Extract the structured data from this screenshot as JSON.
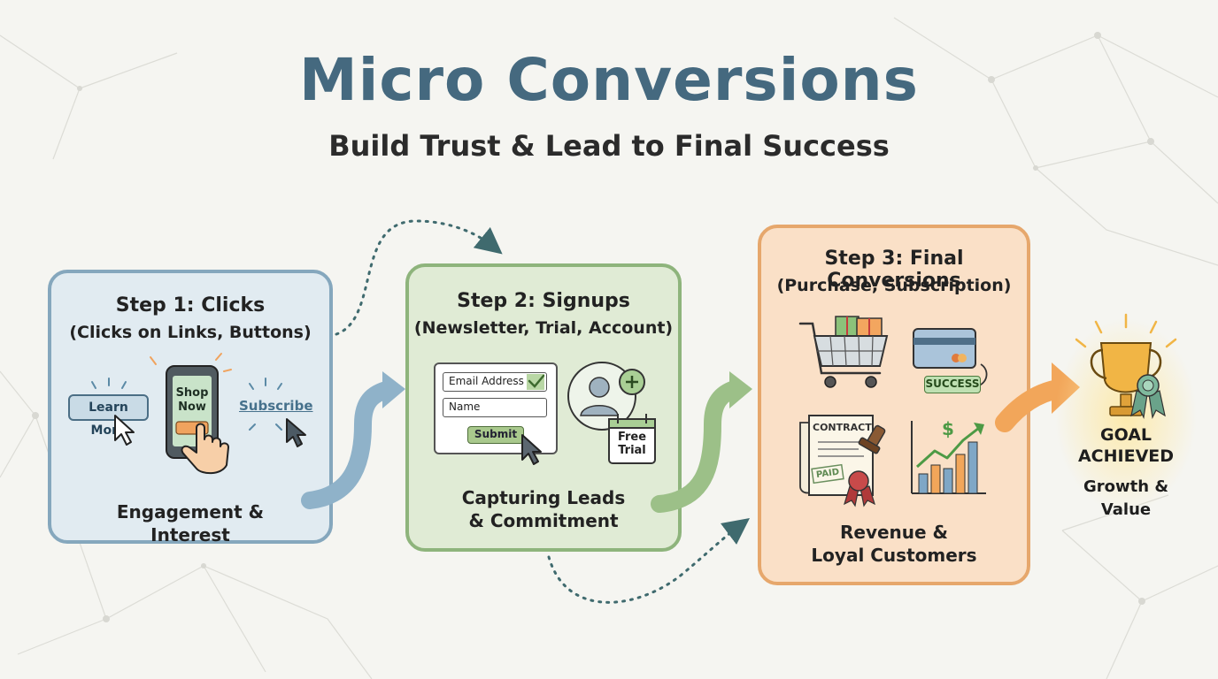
{
  "header": {
    "title": "Micro Conversions",
    "subtitle": "Build Trust & Lead to Final Success"
  },
  "step1": {
    "title": "Step 1: Clicks",
    "subtitle": "(Clicks on Links, Buttons)",
    "learn_more": "Learn More",
    "shop_now_line1": "Shop",
    "shop_now_line2": "Now",
    "subscribe": "Subscribe",
    "footer": "Engagement & Interest"
  },
  "step2": {
    "title": "Step 2: Signups",
    "subtitle": "(Newsletter, Trial, Account)",
    "email_field": "Email Address",
    "name_field": "Name",
    "submit": "Submit",
    "free_trial_line1": "Free",
    "free_trial_line2": "Trial",
    "footer_line1": "Capturing Leads",
    "footer_line2": "& Commitment"
  },
  "step3": {
    "title": "Step 3: Final Conversions",
    "subtitle": "(Purchase, Subscription)",
    "success_tag": "SUCCESS",
    "contract": "CONTRACT",
    "paid": "PAID",
    "footer_line1": "Revenue &",
    "footer_line2": "Loyal Customers"
  },
  "goal": {
    "line1": "GOAL",
    "line2": "ACHIEVED",
    "line3": "Growth &",
    "line4": "Value"
  },
  "colors": {
    "title": "#45697f",
    "step1_border": "#85a7bd",
    "step2_border": "#8eb47c",
    "step3_border": "#e6a76c",
    "goal_glow": "#fbe7a8"
  }
}
